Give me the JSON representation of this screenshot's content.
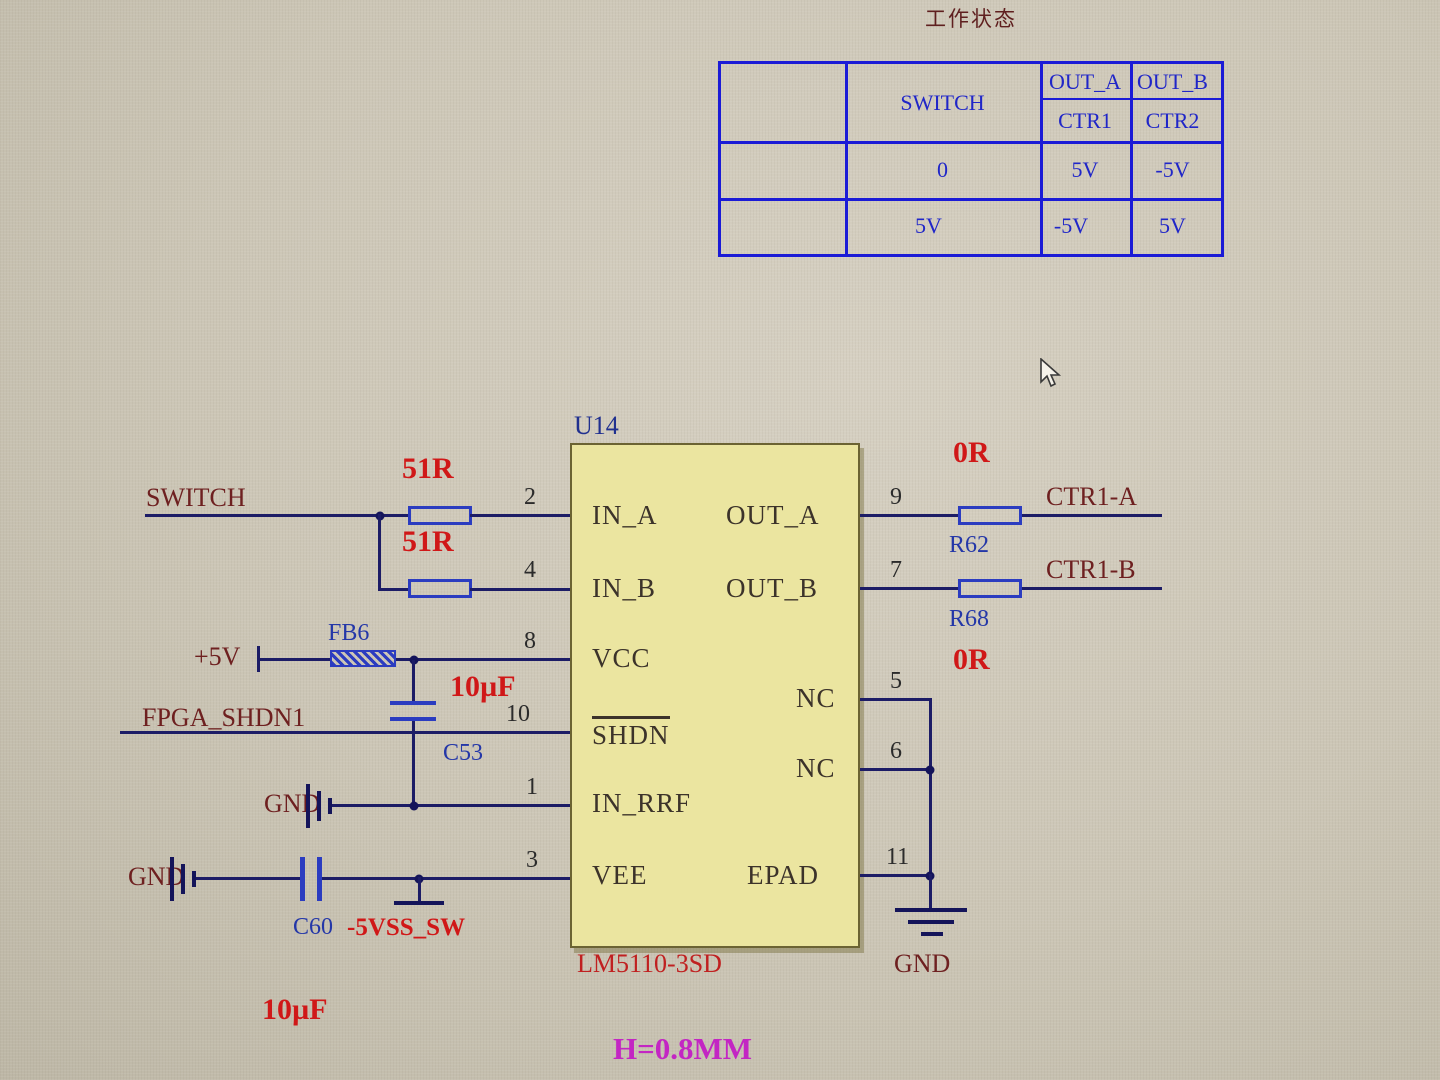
{
  "colors": {
    "background": "#ccc6b6",
    "wire": "#1c1c66",
    "net_label": "#6e2020",
    "value_red": "#d01818",
    "designator_blue": "#2437a8",
    "table_blue": "#2026c8",
    "chip_fill": "#ebe5a0",
    "note_magenta": "#c326c3"
  },
  "status_table": {
    "title": "工作状态",
    "headers": {
      "switch": "SWITCH",
      "a_top": "OUT_A",
      "a_bottom": "CTR1",
      "b_top": "OUT_B",
      "b_bottom": "CTR2"
    },
    "rows": [
      {
        "switch": "0",
        "a": "5V",
        "b": "-5V"
      },
      {
        "switch": "5V",
        "a": "-5V",
        "b": "5V"
      }
    ]
  },
  "chip": {
    "designator": "U14",
    "part_number": "LM5110-3SD",
    "height_note": "H=0.8MM",
    "pins": {
      "in_a": {
        "num": "2",
        "name": "IN_A"
      },
      "in_b": {
        "num": "4",
        "name": "IN_B"
      },
      "vcc": {
        "num": "8",
        "name": "VCC"
      },
      "shdn": {
        "num": "10",
        "name": "SHDN"
      },
      "in_rrf": {
        "num": "1",
        "name": "IN_RRF"
      },
      "vee": {
        "num": "3",
        "name": "VEE"
      },
      "out_a": {
        "num": "9",
        "name": "OUT_A"
      },
      "out_b": {
        "num": "7",
        "name": "OUT_B"
      },
      "nc5": {
        "num": "5",
        "name": "NC"
      },
      "nc6": {
        "num": "6",
        "name": "NC"
      },
      "epad": {
        "num": "11",
        "name": "EPAD"
      }
    }
  },
  "components": {
    "r_in_a": {
      "value": "51R"
    },
    "r_in_b": {
      "value": "51R"
    },
    "r62": {
      "designator": "R62",
      "value": "0R"
    },
    "r68": {
      "designator": "R68",
      "value": "0R"
    },
    "fb6": {
      "designator": "FB6"
    },
    "c53": {
      "designator": "C53",
      "value": "10µF"
    },
    "c60": {
      "designator": "C60",
      "value": "10µF"
    }
  },
  "nets": {
    "switch": "SWITCH",
    "plus_5v": "+5V",
    "fpga_shdn1": "FPGA_SHDN1",
    "gnd_in_rrf": "GND",
    "gnd_vee": "GND",
    "gnd_epad": "GND",
    "ctr1_a": "CTR1-A",
    "ctr1_b": "CTR1-B",
    "neg_5vss_sw": "-5VSS_SW"
  }
}
